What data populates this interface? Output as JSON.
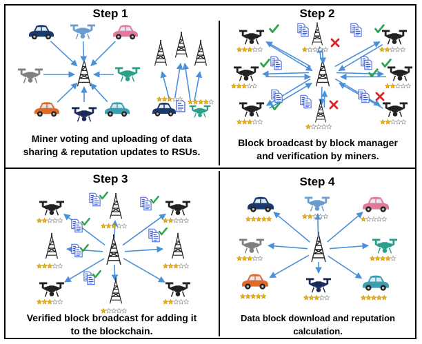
{
  "steps": [
    {
      "title": "Step 1",
      "caption_line1": "Miner voting and uploading of data",
      "caption_line2": "sharing & reputation updates to RSUs."
    },
    {
      "title": "Step 2",
      "caption_line1": "Block broadcast by block manager",
      "caption_line2": "and verification by miners."
    },
    {
      "title": "Step 3",
      "caption_line1": "Verified block broadcast for adding it",
      "caption_line2": "to the blockchain."
    },
    {
      "title": "Step 4",
      "caption_line1": "Data block download and reputation",
      "caption_line2": "calculation."
    }
  ],
  "colors": {
    "arrow": "#4a90d9",
    "tower": "#222222",
    "star": "#f5b800",
    "check": "#2ea44f",
    "cross": "#e02020",
    "doc": "#3b5bdb",
    "car_navy": "#1a3a6b",
    "car_blue": "#4a8fd1",
    "car_pink": "#e07a9a",
    "car_orange": "#e06a2a",
    "car_teal": "#3aa0b0",
    "drone_gray": "#808080",
    "drone_teal": "#2aa08a",
    "drone_navy": "#1a2a5a",
    "drone_lightblue": "#6a9cd0",
    "drone_black": "#222222"
  },
  "icons": [
    "car-icon",
    "drone-icon",
    "tower-icon",
    "document-icon",
    "checkmark-icon",
    "cross-icon",
    "star-rating-icon"
  ]
}
